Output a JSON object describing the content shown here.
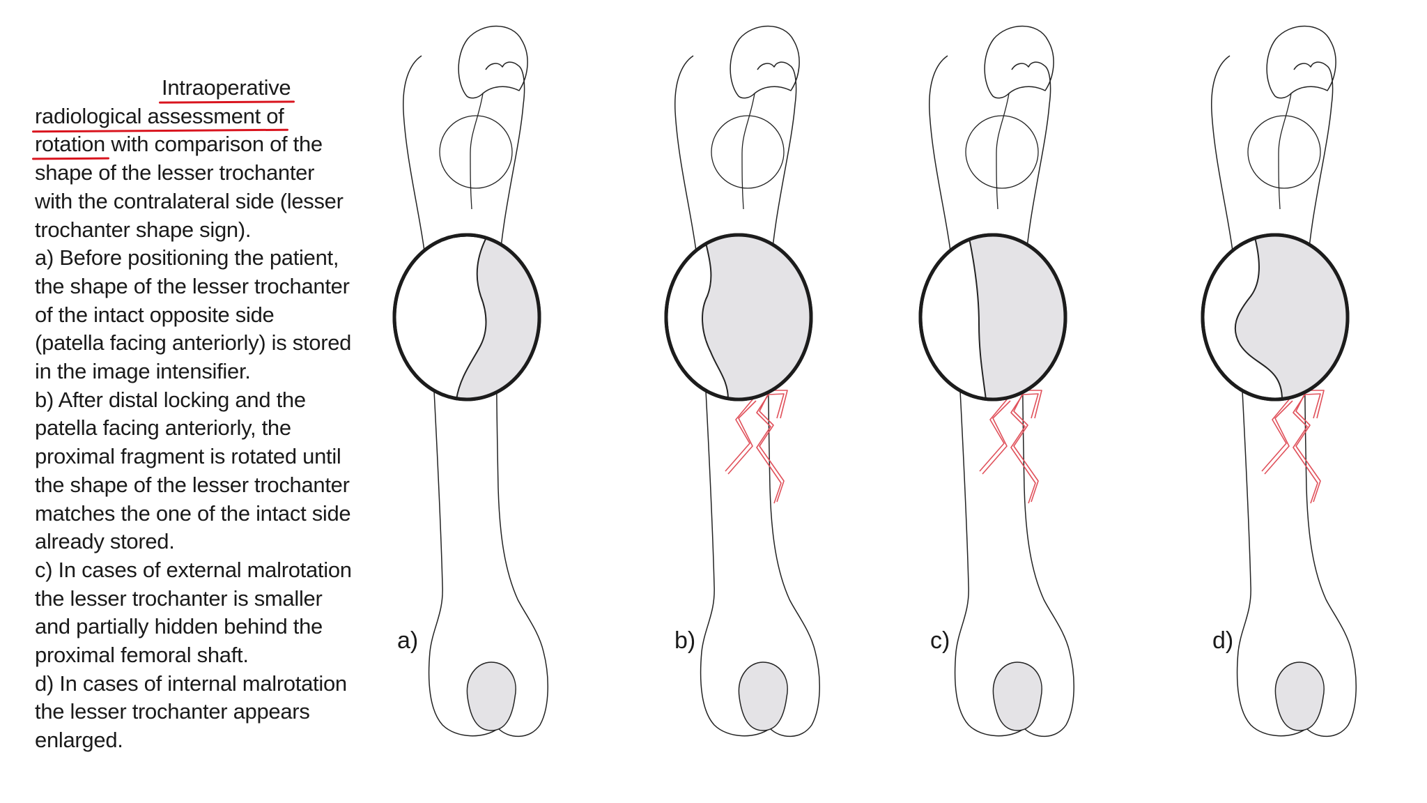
{
  "caption": {
    "lines": [
      {
        "pre": "",
        "u": "Intraoperative",
        "post": "",
        "indent": true
      },
      {
        "pre": "",
        "u": "radiological assessment of",
        "post": ""
      },
      {
        "pre": "",
        "u": "rotation",
        "post": " with comparison of the"
      },
      {
        "pre": "shape of the lesser trochanter",
        "u": "",
        "post": ""
      },
      {
        "pre": "with the contralateral side (lesser",
        "u": "",
        "post": ""
      },
      {
        "pre": "trochanter shape sign).",
        "u": "",
        "post": ""
      },
      {
        "pre": "a) Before positioning the patient,",
        "u": "",
        "post": ""
      },
      {
        "pre": "the shape of the lesser trochanter",
        "u": "",
        "post": ""
      },
      {
        "pre": "of the intact opposite side",
        "u": "",
        "post": ""
      },
      {
        "pre": "(patella facing anteriorly) is stored",
        "u": "",
        "post": ""
      },
      {
        "pre": "in the image intensifier.",
        "u": "",
        "post": ""
      },
      {
        "pre": "b) After distal locking and the",
        "u": "",
        "post": ""
      },
      {
        "pre": "patella facing anteriorly, the",
        "u": "",
        "post": ""
      },
      {
        "pre": "proximal fragment is rotated until",
        "u": "",
        "post": ""
      },
      {
        "pre": "the shape of the lesser trochanter",
        "u": "",
        "post": ""
      },
      {
        "pre": "matches the one of the intact side",
        "u": "",
        "post": ""
      },
      {
        "pre": "already stored.",
        "u": "",
        "post": ""
      },
      {
        "pre": "c) In cases of external malrotation",
        "u": "",
        "post": ""
      },
      {
        "pre": "the lesser trochanter is smaller",
        "u": "",
        "post": ""
      },
      {
        "pre": "and partially hidden behind the",
        "u": "",
        "post": ""
      },
      {
        "pre": "proximal femoral shaft.",
        "u": "",
        "post": ""
      },
      {
        "pre": "d) In cases of internal malrotation",
        "u": "",
        "post": ""
      },
      {
        "pre": "the lesser trochanter appears",
        "u": "",
        "post": ""
      },
      {
        "pre": "enlarged.",
        "u": "",
        "post": ""
      }
    ]
  },
  "panels": [
    {
      "label": "a)",
      "fracture": false,
      "trochanter_variant": "intact"
    },
    {
      "label": "b)",
      "fracture": true,
      "trochanter_variant": "matched"
    },
    {
      "label": "c)",
      "fracture": true,
      "trochanter_variant": "external"
    },
    {
      "label": "d)",
      "fracture": true,
      "trochanter_variant": "internal"
    }
  ],
  "colors": {
    "underline": "#d9141e",
    "fracture_line": "#e0505a",
    "shaded_fill": "#e4e3e6",
    "outline": "#222222"
  }
}
